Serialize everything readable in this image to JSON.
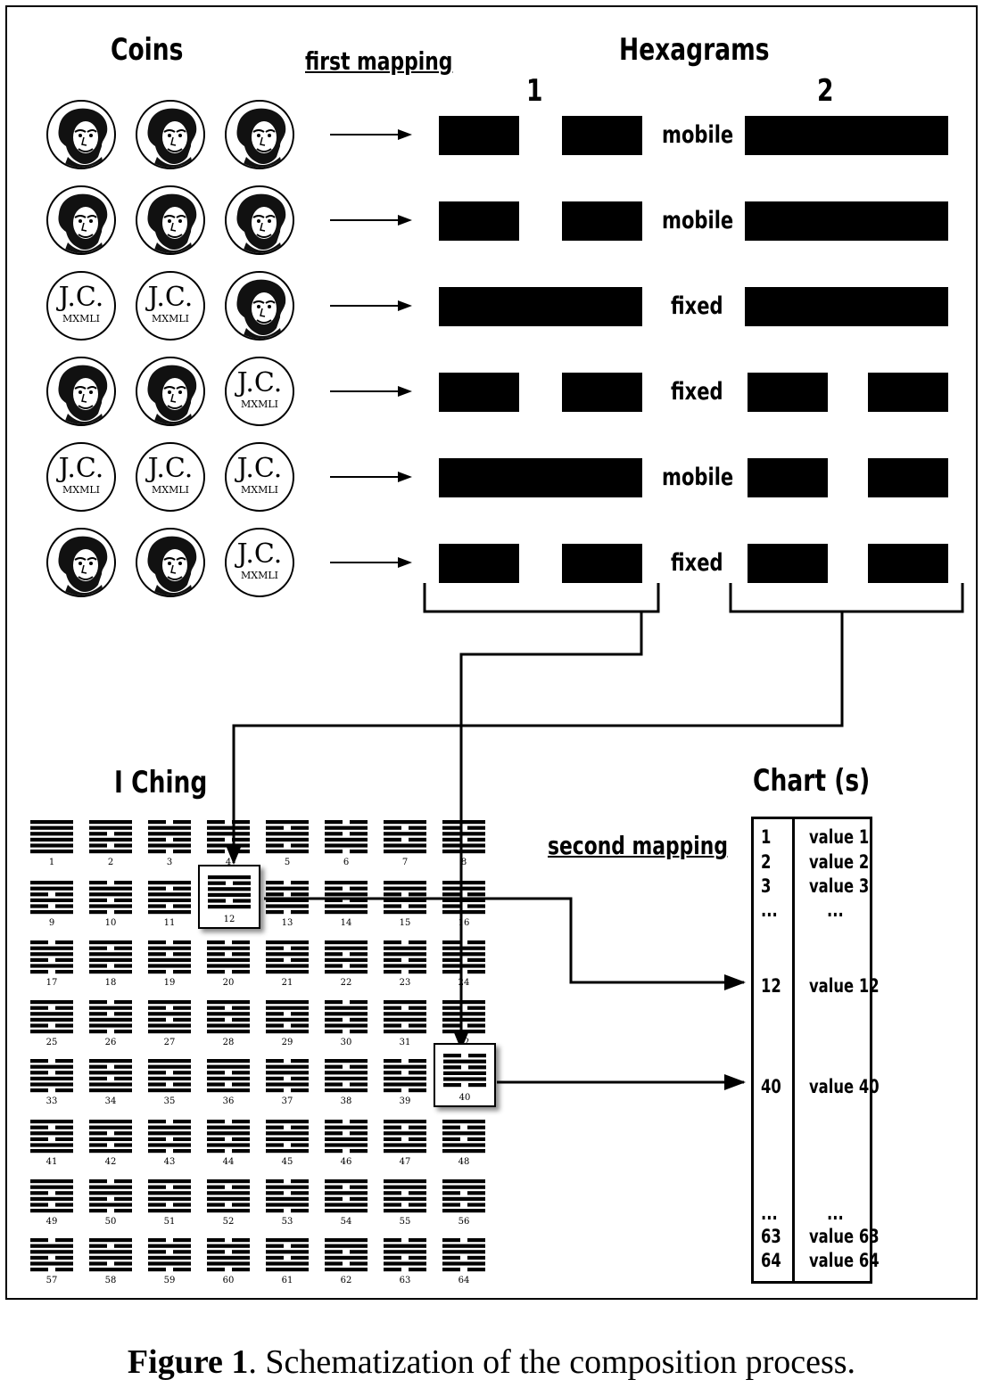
{
  "labels": {
    "coins": "Coins",
    "first_mapping": "first mapping",
    "hexagrams": "Hexagrams",
    "hexagram_1": "1",
    "hexagram_2": "2",
    "iching": "I Ching",
    "chart": "Chart (s)",
    "second_mapping": "second mapping"
  },
  "coin_rows": [
    {
      "coins": [
        "portrait",
        "portrait",
        "portrait"
      ],
      "state": "mobile"
    },
    {
      "coins": [
        "portrait",
        "portrait",
        "portrait"
      ],
      "state": "mobile"
    },
    {
      "coins": [
        "jc",
        "jc",
        "portrait"
      ],
      "state": "fixed"
    },
    {
      "coins": [
        "portrait",
        "portrait",
        "jc"
      ],
      "state": "fixed"
    },
    {
      "coins": [
        "jc",
        "jc",
        "jc"
      ],
      "state": "mobile"
    },
    {
      "coins": [
        "portrait",
        "portrait",
        "jc"
      ],
      "state": "fixed"
    }
  ],
  "coin_jc_text": "J.C.",
  "coin_jc_subtext": "MXMLI",
  "hexagram1_lines": [
    "broken",
    "broken",
    "solid",
    "broken",
    "solid",
    "broken"
  ],
  "hexagram2_lines": [
    "solid",
    "solid",
    "solid",
    "broken",
    "broken",
    "broken"
  ],
  "iching_numbers": [
    1,
    2,
    3,
    4,
    5,
    6,
    7,
    8,
    9,
    10,
    11,
    12,
    13,
    14,
    15,
    16,
    17,
    18,
    19,
    20,
    21,
    22,
    23,
    24,
    25,
    26,
    27,
    28,
    29,
    30,
    31,
    32,
    33,
    34,
    35,
    36,
    37,
    38,
    39,
    40,
    41,
    42,
    43,
    44,
    45,
    46,
    47,
    48,
    49,
    50,
    51,
    52,
    53,
    54,
    55,
    56,
    57,
    58,
    59,
    60,
    61,
    62,
    63,
    64
  ],
  "highlighted_hexagrams": [
    12,
    40
  ],
  "chart_rows": [
    {
      "num": "1",
      "value": "value 1"
    },
    {
      "num": "2",
      "value": "value 2"
    },
    {
      "num": "3",
      "value": "value 3"
    },
    {
      "num": "...",
      "value": "..."
    },
    {
      "num": "12",
      "value": "value 12"
    },
    {
      "num": "40",
      "value": "value 40"
    },
    {
      "num": "...",
      "value": "..."
    },
    {
      "num": "63",
      "value": "value 63"
    },
    {
      "num": "64",
      "value": "value 64"
    }
  ],
  "caption": {
    "bold": "Figure 1",
    "text": ". Schematization of the composition process."
  }
}
